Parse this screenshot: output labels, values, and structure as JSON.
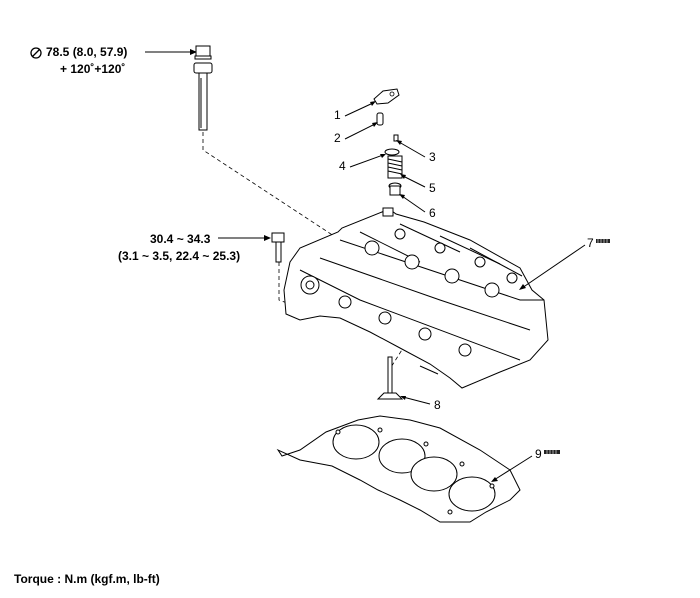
{
  "torque_specs": {
    "head_bolt_line1": "78.5 (8.0, 57.9)",
    "head_bolt_line2": "+ 120˚+120˚",
    "side_bolt_line1": "30.4 ~ 34.3",
    "side_bolt_line2": "(3.1 ~ 3.5, 22.4 ~ 25.3)"
  },
  "callouts": [
    "1",
    "2",
    "3",
    "4",
    "5",
    "6",
    "7",
    "8",
    "9"
  ],
  "footer_note": "Torque : N.m (kgf.m, lb-ft)",
  "icons": {
    "no_reuse": "circle-slash-icon",
    "replace_part": "gasket-strip-icon"
  }
}
